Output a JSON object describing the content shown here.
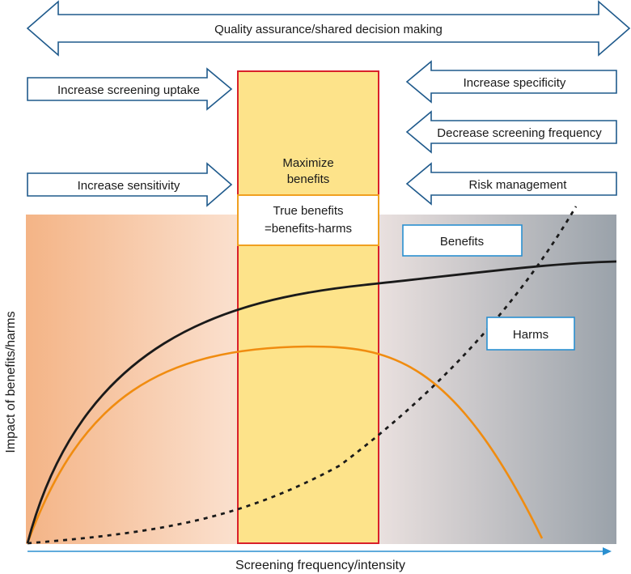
{
  "top_arrow": {
    "label": "Quality assurance/shared decision making"
  },
  "left_arrows": [
    {
      "label": "Increase screening uptake"
    },
    {
      "label": "Increase sensitivity"
    }
  ],
  "right_arrows": [
    {
      "label": "Increase specificity"
    },
    {
      "label": "Decrease screening frequency"
    },
    {
      "label": "Risk management"
    }
  ],
  "center_box": {
    "title_lines": [
      "Maximize",
      "benefits"
    ],
    "true_benefits_lines": [
      "True benefits",
      "=benefits-harms"
    ]
  },
  "legend": {
    "benefits": "Benefits",
    "harms": "Harms"
  },
  "axes": {
    "ylabel": "Impact of benefits/harms",
    "xlabel": "Screening frequency/intensity"
  },
  "colors": {
    "arrow_outline": "#1f5a8c",
    "center_fill": "#fde38a",
    "center_border": "#d9202a",
    "inner_border": "#f0a020",
    "benefits_curve": "#1a1a1a",
    "true_benefit_curve": "#f08c10",
    "harms_curve": "#1a1a1a",
    "legend_border": "#2a8fd0",
    "x_axis": "#2a8fd0"
  }
}
